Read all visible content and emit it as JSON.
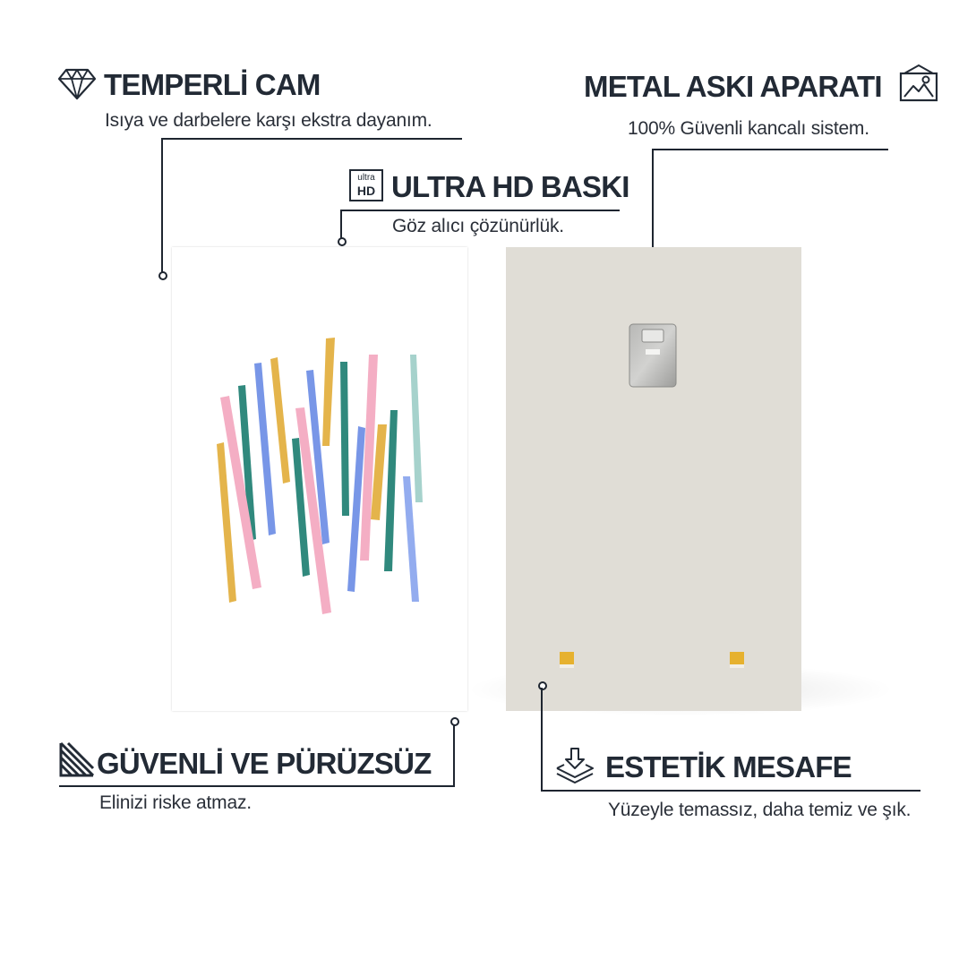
{
  "features": {
    "temperli": {
      "title": "TEMPERLİ CAM",
      "desc": "Isıya ve darbelere karşı ekstra dayanım.",
      "icon": "diamond-icon"
    },
    "metal": {
      "title": "METAL ASKI APARATI",
      "desc": "100% Güvenli kancalı sistem.",
      "icon": "picture-frame-icon"
    },
    "ultra": {
      "title": "ULTRA HD BASKI",
      "desc": "Göz alıcı çözünürlük.",
      "icon": "ultra-hd-icon",
      "badge_top": "ultra",
      "badge_bottom": "HD"
    },
    "guvenli": {
      "title": "GÜVENLİ VE PÜRÜZSÜZ",
      "desc": "Elinizi riske atmaz.",
      "icon": "diagonal-lines-icon"
    },
    "estetik": {
      "title": "ESTETİK MESAFE",
      "desc": "Yüzeyle temassız, daha temiz ve şık.",
      "icon": "layers-arrow-icon"
    }
  },
  "colors": {
    "text": "#222a35",
    "back_panel": "#e0ddd6",
    "stroke_mustard": "#e2ae3c",
    "stroke_teal": "#1f7f73",
    "stroke_blue": "#6d8ee6",
    "stroke_pink": "#f4a8bf",
    "stroke_mint": "#9fcfc8",
    "spacer": "#e6b12f"
  }
}
